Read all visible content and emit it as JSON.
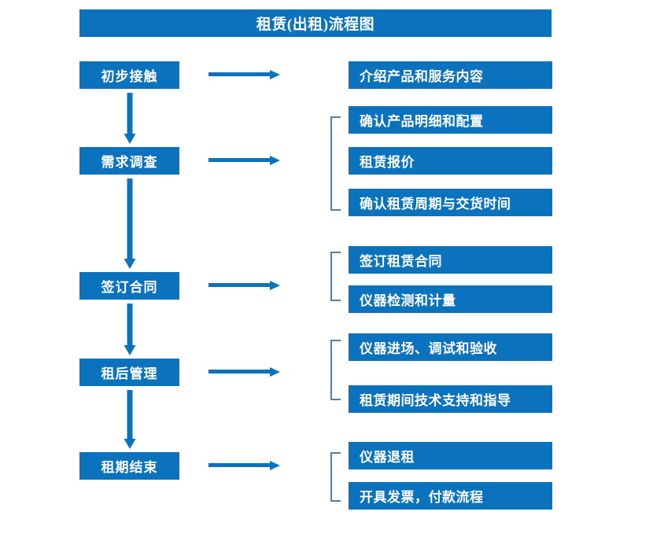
{
  "theme": {
    "accent_blue": "#0B72BE",
    "bracket_gray": "#5A7C99",
    "text_on_accent": "#FFFFFF",
    "background": "#FFFFFF"
  },
  "title": "租赁(出租)流程图",
  "stages": [
    {
      "label": "初步接触"
    },
    {
      "label": "需求调查"
    },
    {
      "label": "签订合同"
    },
    {
      "label": "租后管理"
    },
    {
      "label": "租期结束"
    }
  ],
  "detail_groups": [
    {
      "stage": "初步接触",
      "bracketed": false,
      "items": [
        {
          "label": "介绍产品和服务内容"
        }
      ]
    },
    {
      "stage": "需求调查",
      "bracketed": true,
      "items": [
        {
          "label": "确认产品明细和配置"
        },
        {
          "label": "租赁报价"
        },
        {
          "label": "确认租赁周期与交货时间"
        }
      ]
    },
    {
      "stage": "签订合同",
      "bracketed": true,
      "items": [
        {
          "label": "签订租赁合同"
        },
        {
          "label": "仪器检测和计量"
        }
      ]
    },
    {
      "stage": "租后管理",
      "bracketed": true,
      "items": [
        {
          "label": "仪器进场、调试和验收"
        },
        {
          "label": "租赁期间技术支持和指导"
        }
      ]
    },
    {
      "stage": "租期结束",
      "bracketed": true,
      "items": [
        {
          "label": "仪器退租"
        },
        {
          "label": "开具发票，付款流程"
        }
      ]
    }
  ],
  "connectors": {
    "horizontal_arrow_icon": "arrow-right-icon",
    "vertical_arrow_icon": "arrow-down-icon",
    "bracket_icon": "curly-bracket-icon"
  }
}
